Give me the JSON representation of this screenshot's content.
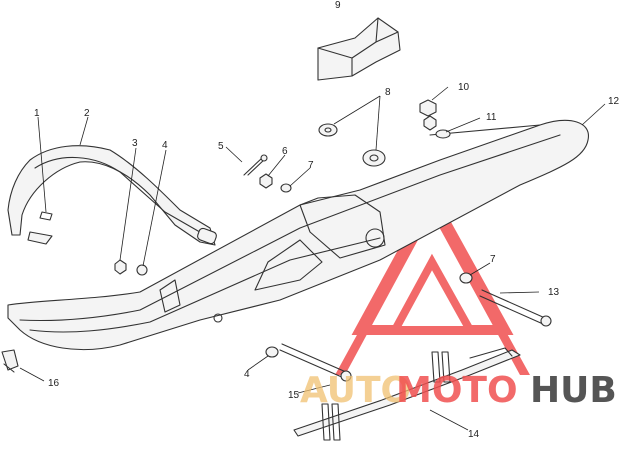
{
  "callouts": [
    {
      "id": "c1",
      "label": "1"
    },
    {
      "id": "c2",
      "label": "2"
    },
    {
      "id": "c3",
      "label": "3"
    },
    {
      "id": "c4a",
      "label": "4"
    },
    {
      "id": "c4b",
      "label": "4"
    },
    {
      "id": "c5",
      "label": "5"
    },
    {
      "id": "c6",
      "label": "6"
    },
    {
      "id": "c7a",
      "label": "7"
    },
    {
      "id": "c7b",
      "label": "7"
    },
    {
      "id": "c8",
      "label": "8"
    },
    {
      "id": "c9",
      "label": "9"
    },
    {
      "id": "c10",
      "label": "10"
    },
    {
      "id": "c11",
      "label": "11"
    },
    {
      "id": "c12",
      "label": "12"
    },
    {
      "id": "c13",
      "label": "13"
    },
    {
      "id": "c14",
      "label": "14"
    },
    {
      "id": "c15",
      "label": "15"
    },
    {
      "id": "c16",
      "label": "16"
    }
  ],
  "watermark": {
    "text_auto": "AUTO",
    "text_moto": "MOTO",
    "text_hub": "HUB",
    "color_accent": "#f05050",
    "color_auto": "#f0c070",
    "color_hub": "#555555"
  }
}
